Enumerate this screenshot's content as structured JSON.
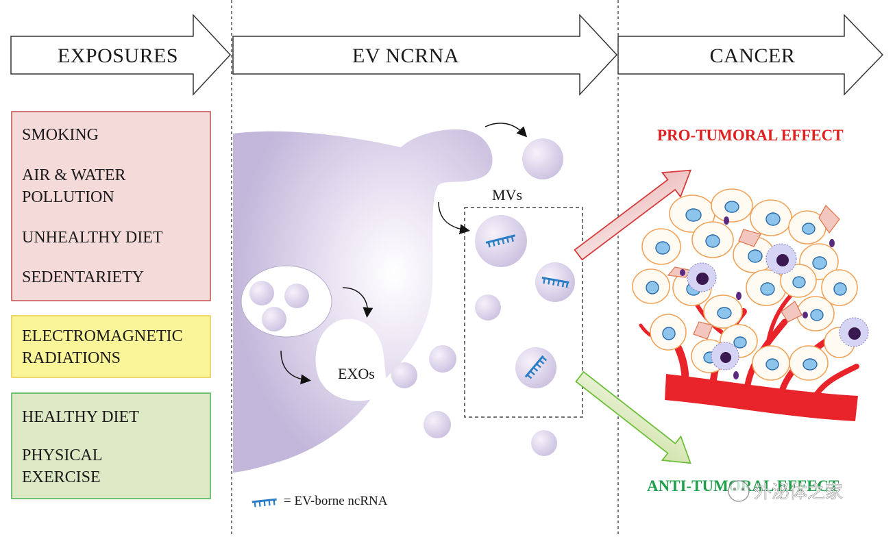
{
  "headers": {
    "exposures": "EXPOSURES",
    "ev_ncrna": "EV NCRNA",
    "cancer": "CANCER"
  },
  "exposures": {
    "harmful": [
      "SMOKING",
      "AIR & WATER",
      "POLLUTION",
      "UNHEALTHY DIET",
      "SEDENTARIETY"
    ],
    "uncertain": [
      "ELECTROMAGNETIC",
      "RADIATIONS"
    ],
    "beneficial": [
      "HEALTHY DIET",
      "PHYSICAL",
      "EXERCISE"
    ]
  },
  "labels": {
    "mvs": "MVs",
    "exos": "EXOs",
    "legend": "= EV-borne ncRNA",
    "pro_tumoral": "PRO-TUMORAL EFFECT",
    "anti_tumoral": "ANTI-TUMORAL EFFECT",
    "watermark": "外泌体之家"
  },
  "colors": {
    "harmful_fill": "#f5dada",
    "harmful_border": "#c0504d",
    "uncertain_fill": "#fbf59a",
    "uncertain_border": "#e6c84a",
    "beneficial_fill": "#dde8c4",
    "beneficial_border": "#4caf50",
    "cell_purple": "#c9bedf",
    "vesicle": "#d8d0ea",
    "ncrna": "#2a7cc4",
    "pro_tumoral": "#e02020",
    "anti_tumoral": "#1fa04a",
    "vessel": "#e8242a"
  }
}
